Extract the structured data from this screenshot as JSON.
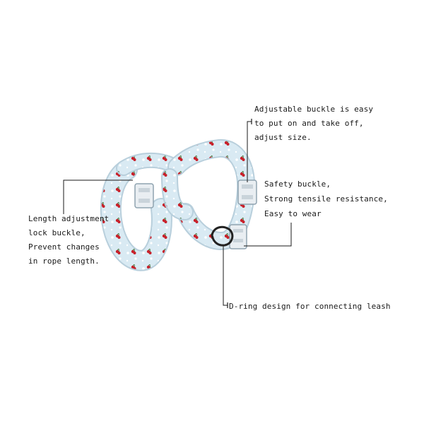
{
  "callouts": {
    "buckle": {
      "lines": [
        "Adjustable buckle is easy",
        "to put on and take off,",
        "adjust size."
      ]
    },
    "safety": {
      "lines": [
        "Safety buckle,",
        "Strong tensile resistance,",
        "Easy to wear"
      ]
    },
    "length": {
      "lines": [
        "Length adjustment",
        "lock buckle,",
        "Prevent changes",
        "in rope length."
      ]
    },
    "dring": {
      "lines": [
        "D-ring design for connecting leash"
      ]
    }
  },
  "colors": {
    "strap": "#d9eaf3",
    "strap_edge": "#b8cfdc",
    "cherry": "#c8202a",
    "buckle": "#e9eef2",
    "dring": "#222222",
    "leader_line": "#1a1a1a"
  }
}
